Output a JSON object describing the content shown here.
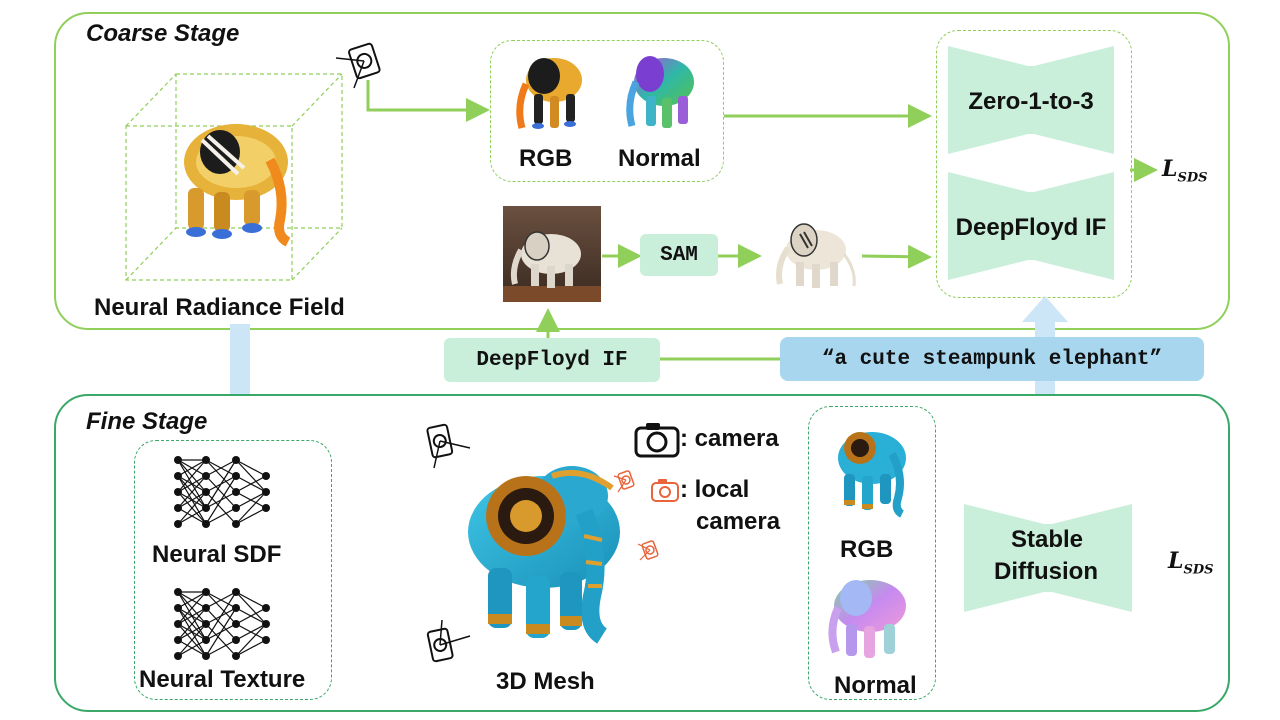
{
  "coarse_stage": {
    "title": "Coarse Stage",
    "nerf_label": "Neural Radiance Field",
    "render_labels": {
      "rgb": "RGB",
      "normal": "Normal"
    },
    "guidance": {
      "top": "Zero-1-to-3",
      "bottom": "DeepFloyd IF"
    },
    "sam_label": "SAM",
    "loss": {
      "main": "L",
      "sub": "SDS"
    }
  },
  "bridge": {
    "deepfloyd_label": "DeepFloyd IF",
    "prompt": "“a cute steampunk elephant”"
  },
  "fine_stage": {
    "title": "Fine Stage",
    "sdf_label": "Neural SDF",
    "texture_label": "Neural Texture",
    "mesh_label": "3D Mesh",
    "legend": {
      "camera": ": camera",
      "local_camera_1": ": local",
      "local_camera_2": "camera"
    },
    "render_labels": {
      "rgb": "RGB",
      "normal": "Normal"
    },
    "diffusion": {
      "line1": "Stable",
      "line2": "Diffusion"
    },
    "loss": {
      "main": "L",
      "sub": "SDS"
    }
  },
  "colors": {
    "coarse_border": "#8fcf5a",
    "fine_border": "#3aa868",
    "mint_block": "#c9eed9",
    "prompt_bg": "#a9d6ef",
    "flow_arrow": "#cde6f7"
  },
  "icons": [
    "camera-icon",
    "local-camera-icon",
    "neural-network-icon",
    "elephant-image",
    "arrow-icon"
  ]
}
